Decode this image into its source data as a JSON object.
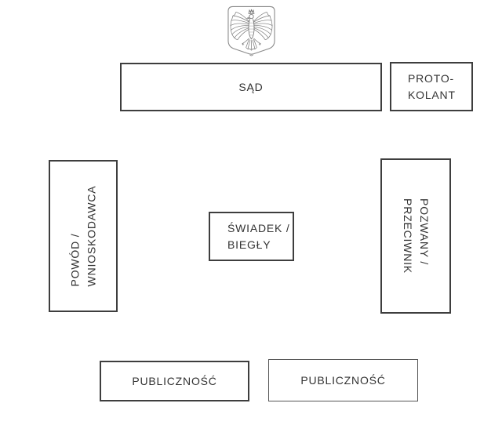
{
  "diagram": {
    "emblem": {
      "icon": "polish-eagle-coat-of-arms"
    },
    "boxes": {
      "sad": {
        "label": "SĄD"
      },
      "protokolant": {
        "label": "PROTO-\nKOLANT"
      },
      "powod": {
        "label": "POWÓD /\nWNIOSKODAWCA"
      },
      "swiadek": {
        "label": "ŚWIADEK /\nBIEGŁY"
      },
      "pozwany": {
        "label": "POZWANY /\nPRZECIWNIK"
      },
      "publicznosc_left": {
        "label": "PUBLICZNOŚĆ"
      },
      "publicznosc_right": {
        "label": "PUBLICZNOŚĆ"
      }
    },
    "colors": {
      "background": "#ffffff",
      "border": "#3e3e3e",
      "text": "#333333",
      "emblem_stroke": "#7a7a7a",
      "shield_stroke": "#8a8a8a"
    }
  }
}
